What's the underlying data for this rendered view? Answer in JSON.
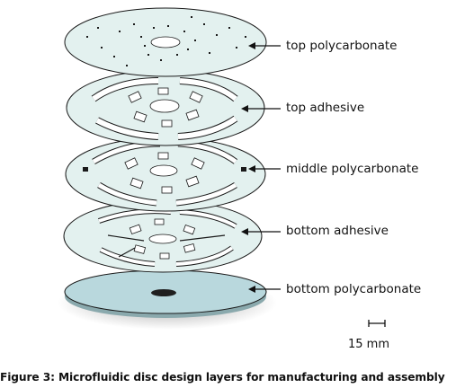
{
  "layers": [
    {
      "label": "top polycarbonate"
    },
    {
      "label": "top adhesive"
    },
    {
      "label": "middle polycarbonate"
    },
    {
      "label": "bottom adhesive"
    },
    {
      "label": "bottom polycarbonate"
    }
  ],
  "scale_bar": {
    "label": "15 mm"
  },
  "caption": "Figure 3: Microfluidic disc design layers for manufacturing and assembly",
  "colors": {
    "disc_fill": "#d7ecea",
    "bottom_disc_fill": "#b9d8dd",
    "outline": "#1a1a1a"
  }
}
